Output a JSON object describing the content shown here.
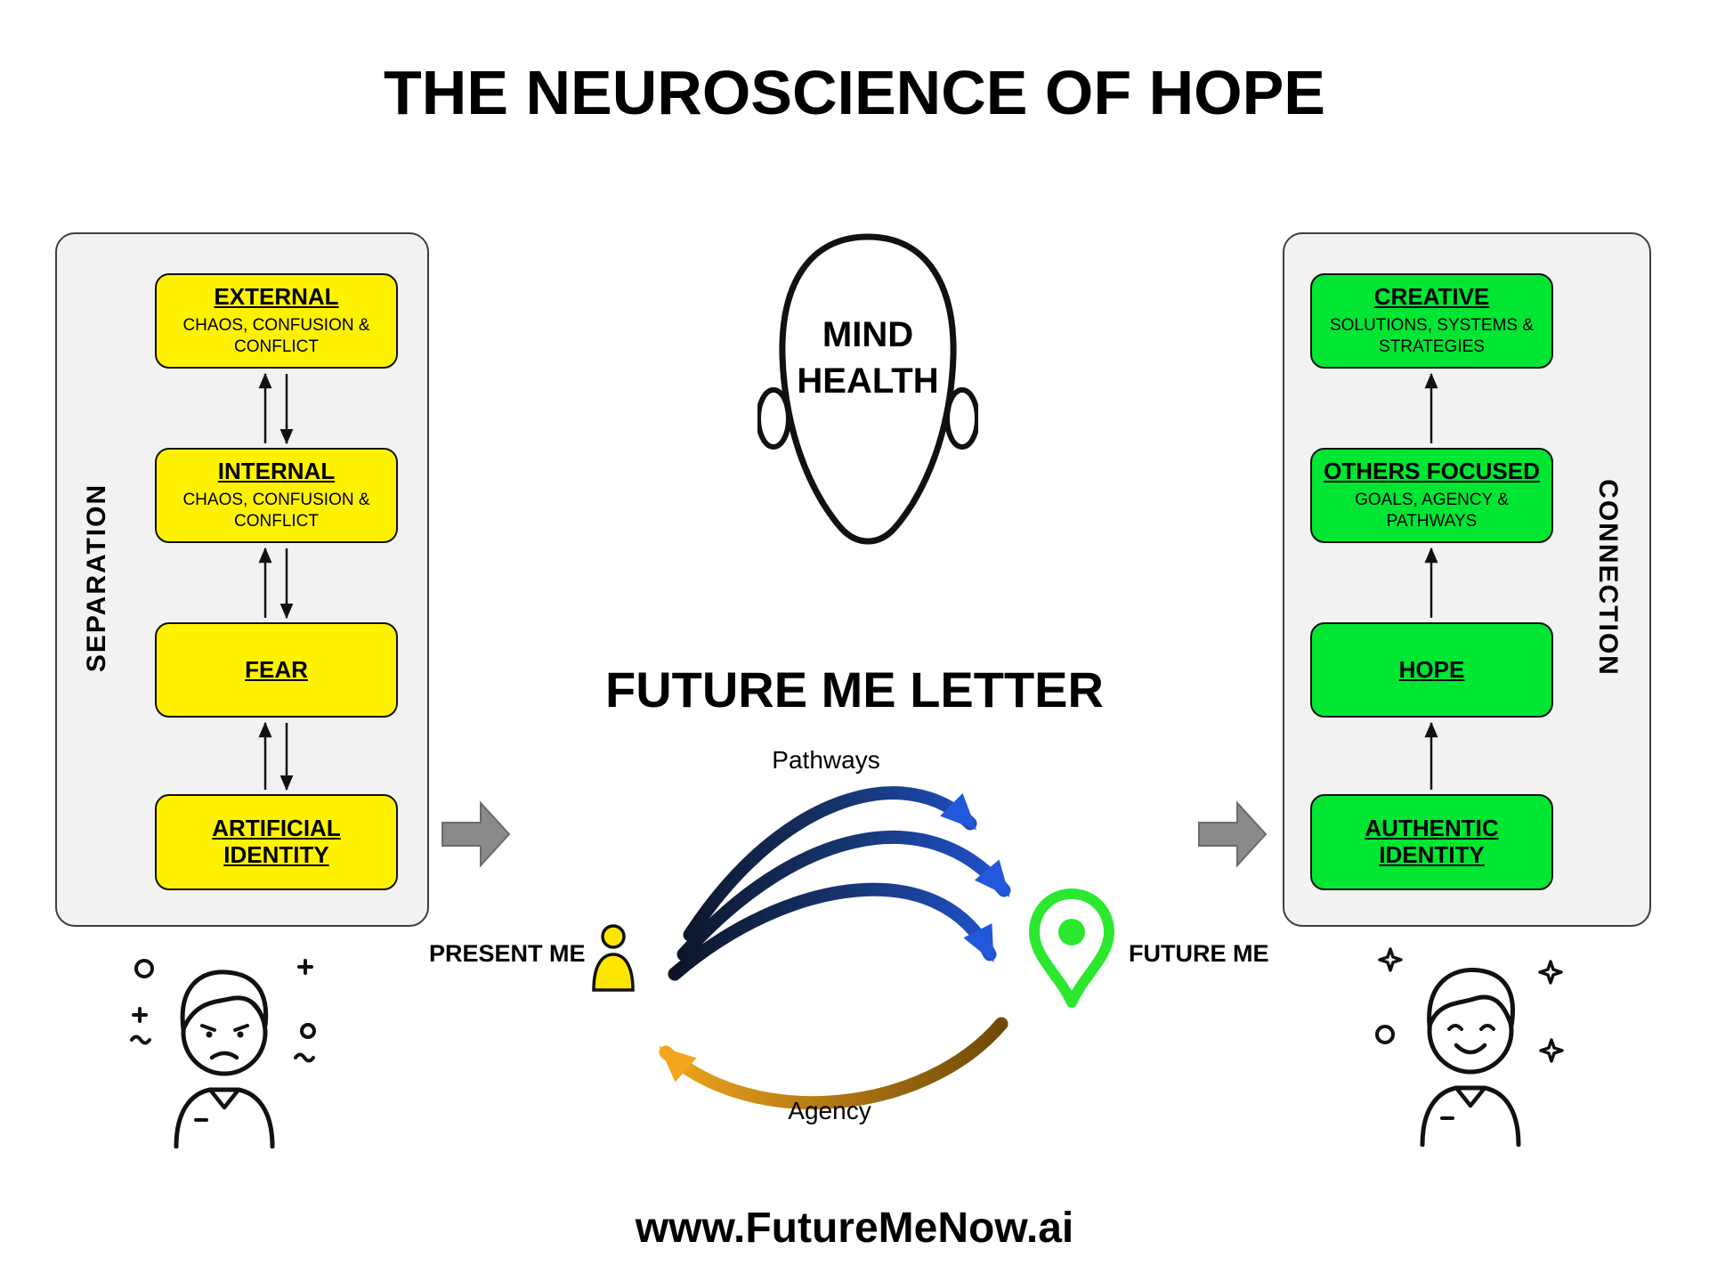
{
  "title": "THE NEUROSCIENCE OF HOPE",
  "footer": {
    "website": "www.FutureMeNow.ai"
  },
  "colors": {
    "separation_yellow": "#FFF200",
    "connection_green": "#00E632",
    "panel_background": "#F2F2F1",
    "pathways_blue": "#2158DC",
    "agency_orange": "#F2A51D",
    "transition_gray": "#8A8A8A"
  },
  "left_panel": {
    "label": "SEPARATION",
    "boxes": [
      {
        "title": "EXTERNAL",
        "subtitle": "CHAOS, CONFUSION & CONFLICT"
      },
      {
        "title": "INTERNAL",
        "subtitle": "CHAOS, CONFUSION & CONFLICT"
      },
      {
        "title": "FEAR",
        "subtitle": ""
      },
      {
        "title": "ARTIFICIAL IDENTITY",
        "subtitle": ""
      }
    ]
  },
  "right_panel": {
    "label": "CONNECTION",
    "boxes": [
      {
        "title": "CREATIVE",
        "subtitle": "SOLUTIONS, SYSTEMS & STRATEGIES"
      },
      {
        "title": "OTHERS FOCUSED",
        "subtitle": "GOALS, AGENCY & PATHWAYS"
      },
      {
        "title": "HOPE",
        "subtitle": ""
      },
      {
        "title": "AUTHENTIC IDENTITY",
        "subtitle": ""
      }
    ]
  },
  "center": {
    "head_label": "MIND HEALTH",
    "heading": "FUTURE ME LETTER",
    "pathways_label": "Pathways",
    "agency_label": "Agency",
    "present_me_label": "PRESENT ME",
    "future_me_label": "FUTURE ME"
  },
  "icons": {
    "head": "head-outline-icon",
    "present_me": "person-icon",
    "future_me": "location-pin-icon",
    "left_figure": "sad-person-illustration",
    "right_figure": "happy-person-illustration"
  }
}
